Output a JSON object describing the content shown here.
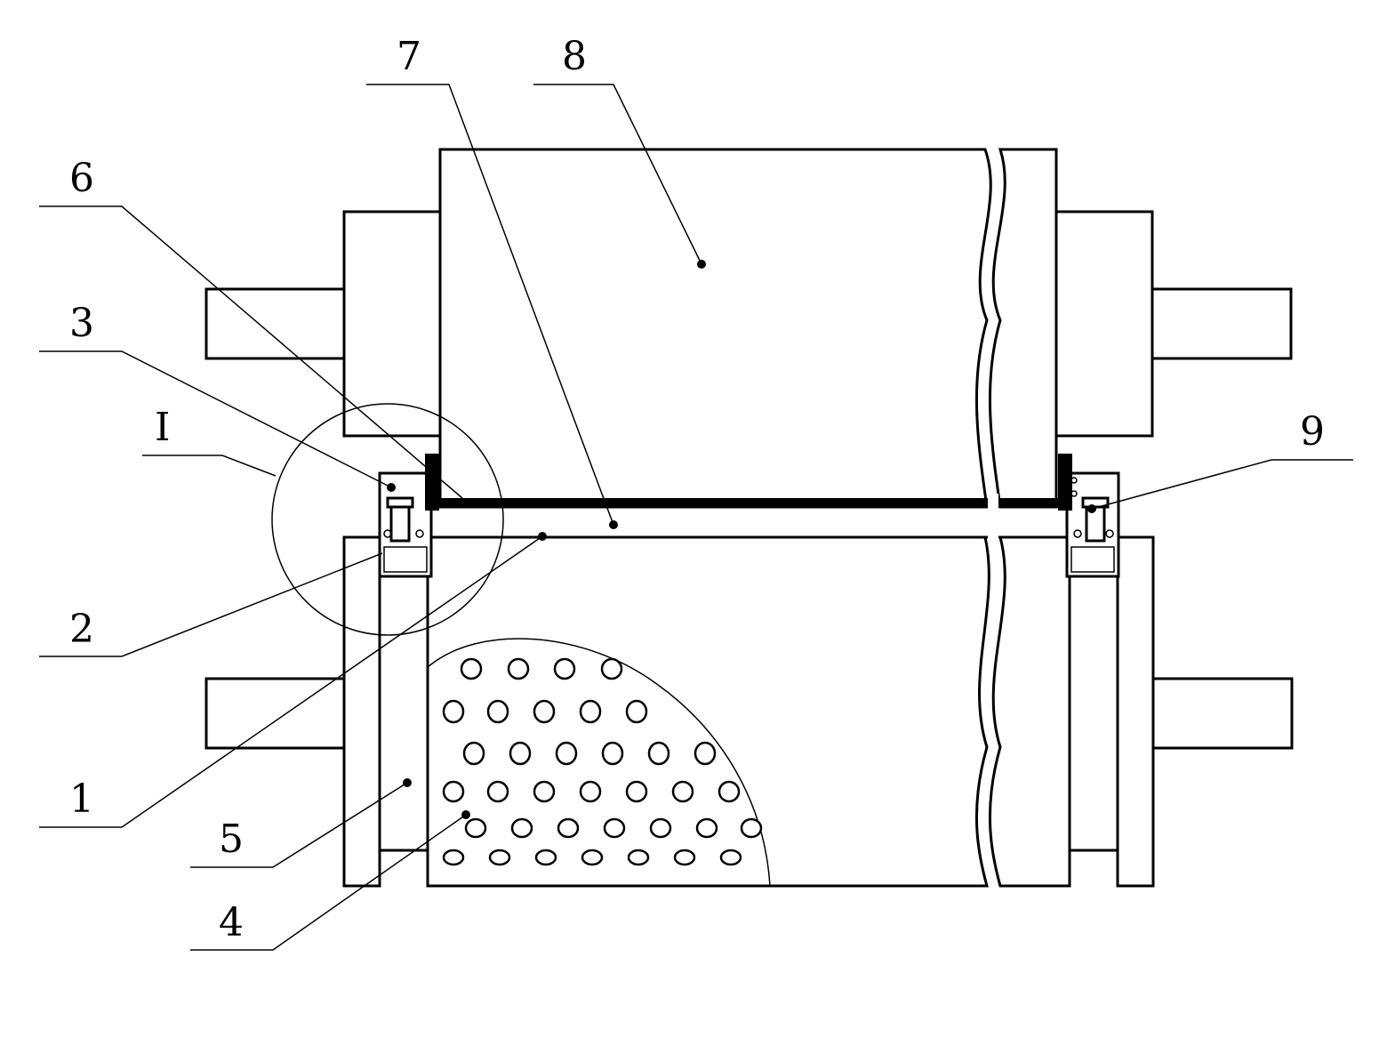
{
  "labels": {
    "l1": "1",
    "l2": "2",
    "l3": "3",
    "l4": "4",
    "l5": "5",
    "l6": "6",
    "l7": "7",
    "l8": "8",
    "l9": "9",
    "lI": "I"
  },
  "colors": {
    "line": "#000000",
    "background": "#ffffff"
  }
}
